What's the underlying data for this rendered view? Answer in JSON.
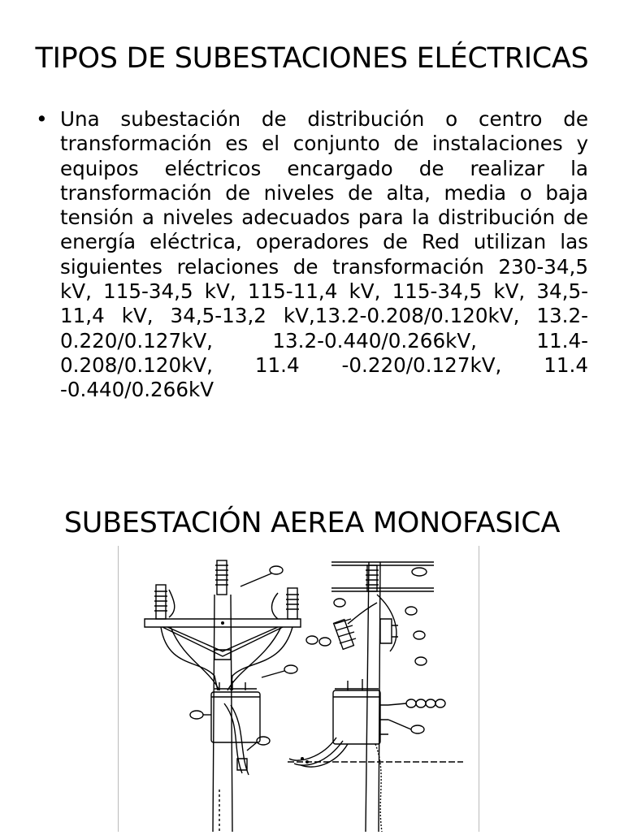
{
  "slide1": {
    "title": "TIPOS DE SUBESTACIONES ELÉCTRICAS",
    "bullet": "Una subestación de distribución o centro de transformación es el conjunto de instalaciones y equipos eléctricos encargado de realizar la transformación de niveles de alta, media o baja tensión a niveles adecuados para la distribución de energía eléctrica, operadores de Red utilizan las siguientes relaciones de transformación 230-34,5 kV, 115-34,5 kV, 115-11,4 kV, 115-34,5 kV, 34,5-11,4 kV, 34,5-13,2 kV,13.2-0.208/0.120kV, 13.2-0.220/0.127kV, 13.2-0.440/0.266kV, 11.4-0.208/0.120kV, 11.4 -0.220/0.127kV, 11.4 -0.440/0.266kV"
  },
  "slide2": {
    "title": "SUBESTACIÓN AEREA MONOFASICA"
  },
  "colors": {
    "text": "#000000",
    "background": "#ffffff"
  }
}
